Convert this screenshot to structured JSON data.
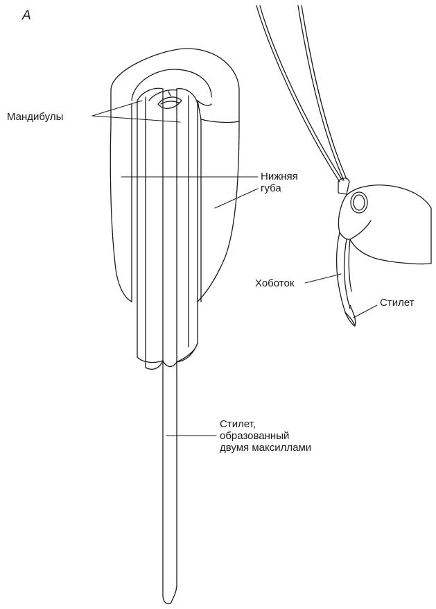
{
  "panel_letter": "А",
  "labels": {
    "mandibles": "Мандибулы",
    "lower_lip_line1": "Нижняя",
    "lower_lip_line2": "губа",
    "proboscis": "Хоботок",
    "stylet_small": "Стилет",
    "stylet_big_line1": "Стилет,",
    "stylet_big_line2": "образованный",
    "stylet_big_line3": "двумя максиллами"
  },
  "colors": {
    "stroke": "#1a1a1a",
    "background": "#ffffff"
  }
}
